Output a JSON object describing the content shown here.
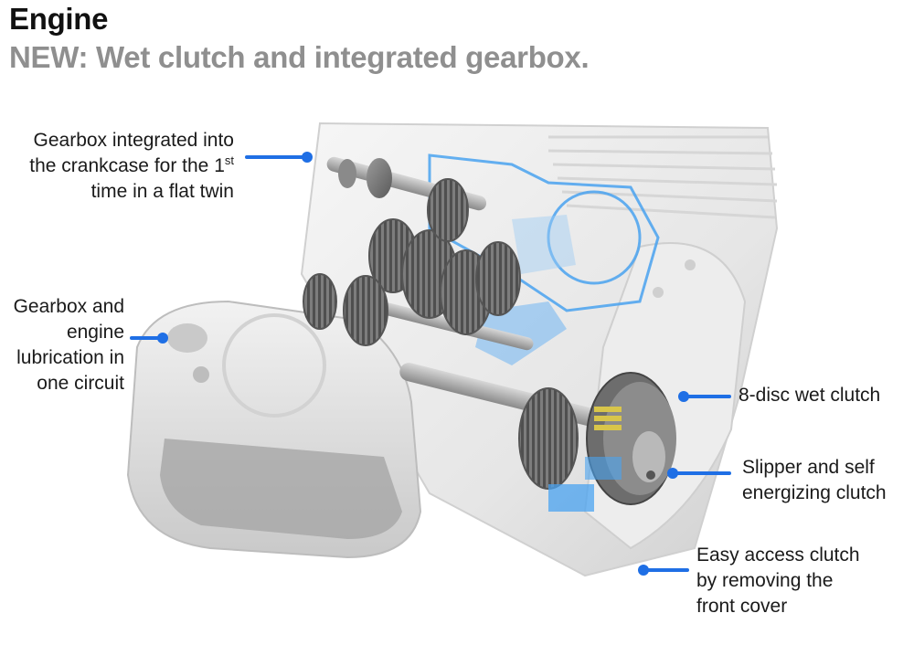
{
  "header": {
    "title": "Engine",
    "subtitle": "NEW: Wet clutch and integrated gearbox."
  },
  "callouts": {
    "gearbox": {
      "line1": "Gearbox integrated into",
      "line2a": "the crankcase for the 1",
      "line2sup": "st",
      "line3": "time in a flat twin"
    },
    "lubrication": {
      "line1": "Gearbox and",
      "line2": "engine",
      "line3": "lubrication in",
      "line4": "one circuit"
    },
    "wet_clutch": {
      "line1": "8-disc wet clutch"
    },
    "slipper": {
      "line1": "Slipper and self",
      "line2": "energizing clutch"
    },
    "access": {
      "line1": "Easy access clutch",
      "line2": "by removing the",
      "line3": "front cover"
    }
  },
  "colors": {
    "accent": "#1f6fe5",
    "subtitle": "#8f8f8f",
    "highlight_blue": "#4aa3f0"
  },
  "illustration": {
    "icon": "engine-cutaway-illustration"
  }
}
